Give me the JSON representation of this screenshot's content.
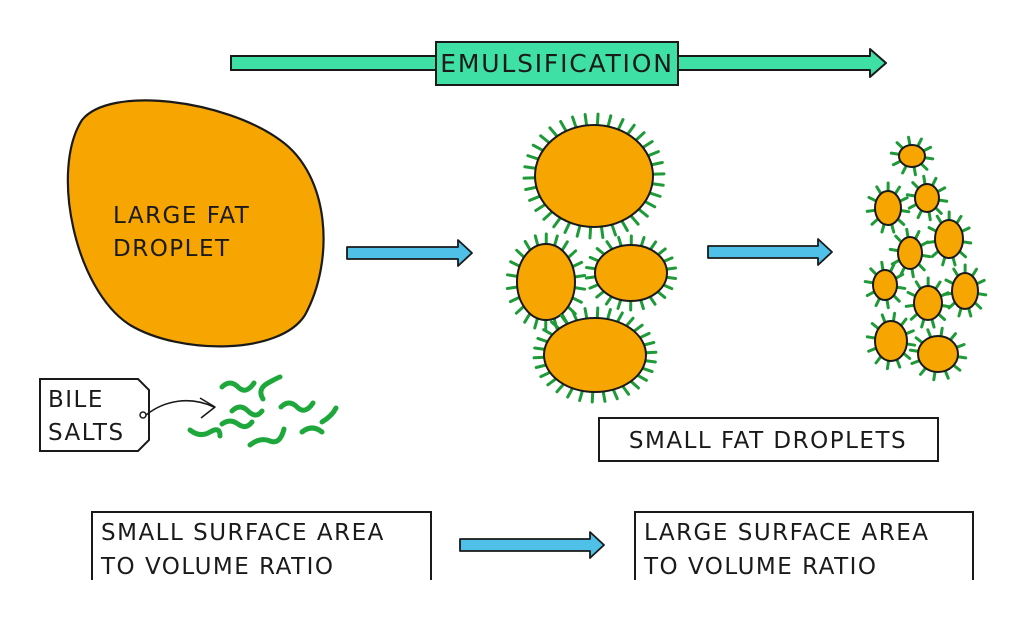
{
  "banner": {
    "label": "EMULSIFICATION",
    "color": "#3ee0a6"
  },
  "large_droplet": {
    "line1": "LARGE FAT",
    "line2": "DROPLET",
    "color": "#f7a501"
  },
  "bile_salts": {
    "line1": "BILE",
    "line2": "SALTS",
    "color": "#1ea83c"
  },
  "small_droplets": {
    "label": "SMALL FAT DROPLETS",
    "color": "#f7a501",
    "spike_color": "#1e9b38"
  },
  "ratio_small": {
    "line1": "SMALL SURFACE AREA",
    "line2": "TO VOLUME RATIO"
  },
  "ratio_large": {
    "line1": "LARGE SURFACE AREA",
    "line2": "TO VOLUME RATIO"
  },
  "arrow_color": "#4fc0e8"
}
